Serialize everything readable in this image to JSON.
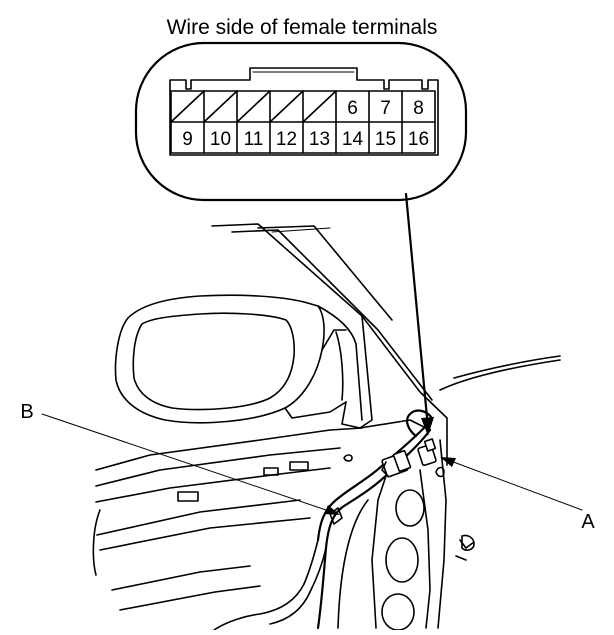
{
  "diagram": {
    "title": "Wire side of female terminals",
    "connector": {
      "top_row": [
        {
          "label": "",
          "blank": true
        },
        {
          "label": "",
          "blank": true
        },
        {
          "label": "",
          "blank": true
        },
        {
          "label": "",
          "blank": true
        },
        {
          "label": "",
          "blank": true
        },
        {
          "label": "6",
          "blank": false
        },
        {
          "label": "7",
          "blank": false
        },
        {
          "label": "8",
          "blank": false
        }
      ],
      "bottom_row": [
        {
          "label": "9"
        },
        {
          "label": "10"
        },
        {
          "label": "11"
        },
        {
          "label": "12"
        },
        {
          "label": "13"
        },
        {
          "label": "14"
        },
        {
          "label": "15"
        },
        {
          "label": "16"
        }
      ]
    },
    "callouts": {
      "a": "A",
      "b": "B"
    }
  }
}
